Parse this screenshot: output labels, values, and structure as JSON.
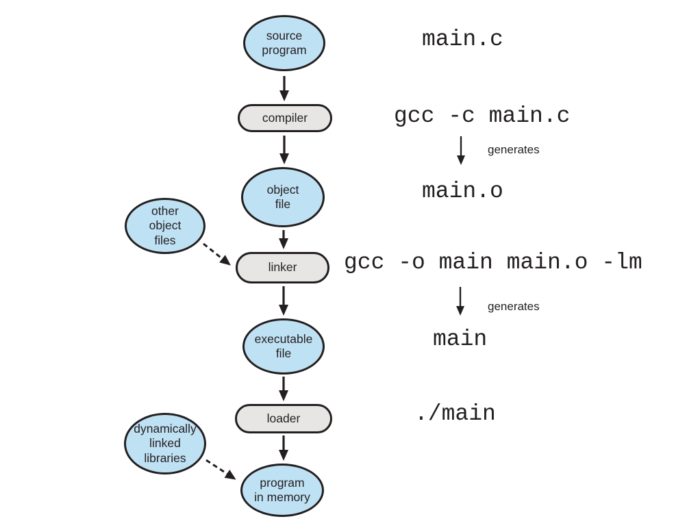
{
  "diagram": {
    "description": "Compilation and linking flow diagram (source program to program in memory)",
    "nodes": [
      {
        "id": "source-program",
        "label": "source\nprogram",
        "shape": "ellipse"
      },
      {
        "id": "compiler",
        "label": "compiler",
        "shape": "stadium"
      },
      {
        "id": "object-file",
        "label": "object\nfile",
        "shape": "ellipse"
      },
      {
        "id": "other-object-files",
        "label": "other\nobject\nfiles",
        "shape": "ellipse"
      },
      {
        "id": "linker",
        "label": "linker",
        "shape": "stadium"
      },
      {
        "id": "executable-file",
        "label": "executable\nfile",
        "shape": "ellipse"
      },
      {
        "id": "loader",
        "label": "loader",
        "shape": "stadium"
      },
      {
        "id": "dynamically-linked-libraries",
        "label": "dynamically\nlinked\nlibraries",
        "shape": "ellipse"
      },
      {
        "id": "program-in-memory",
        "label": "program\nin memory",
        "shape": "ellipse"
      }
    ],
    "annotations": {
      "source_file": "main.c",
      "compile_command": "gcc -c main.c",
      "object_output": "main.o",
      "link_command": "gcc -o main main.o -lm",
      "executable_output": "main",
      "run_command": "./main",
      "generates_1": "generates",
      "generates_2": "generates"
    },
    "colors": {
      "node_blue": "#bfe1f4",
      "node_gray": "#e7e6e5",
      "stroke": "#231f20",
      "background": "#ffffff"
    }
  }
}
